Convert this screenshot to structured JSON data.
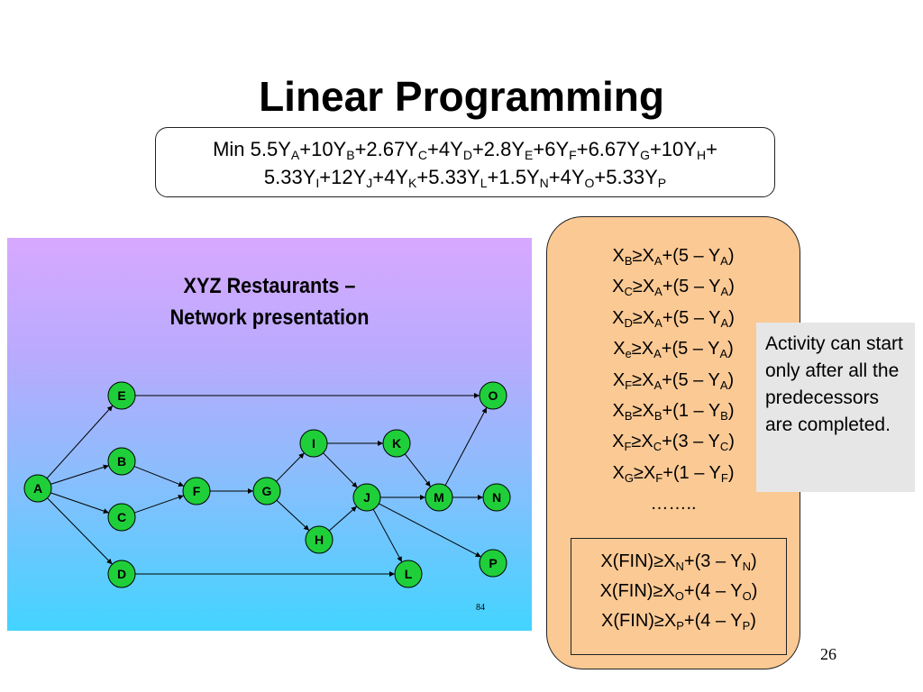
{
  "title": "Linear Programming",
  "objective": {
    "line1": [
      {
        "t": "Min 5.5Y"
      },
      {
        "s": "A"
      },
      {
        "t": "+10Y"
      },
      {
        "s": "B"
      },
      {
        "t": "+2.67Y"
      },
      {
        "s": "C"
      },
      {
        "t": "+4Y"
      },
      {
        "s": "D"
      },
      {
        "t": "+2.8Y"
      },
      {
        "s": "E"
      },
      {
        "t": "+6Y"
      },
      {
        "s": "F"
      },
      {
        "t": "+6.67Y"
      },
      {
        "s": "G"
      },
      {
        "t": "+10Y"
      },
      {
        "s": "H"
      },
      {
        "t": "+"
      }
    ],
    "line2": [
      {
        "t": "5.33Y"
      },
      {
        "s": "I"
      },
      {
        "t": "+12Y"
      },
      {
        "s": "J"
      },
      {
        "t": "+4Y"
      },
      {
        "s": "K"
      },
      {
        "t": "+5.33Y"
      },
      {
        "s": "L"
      },
      {
        "t": "+1.5Y"
      },
      {
        "s": "N"
      },
      {
        "t": "+4Y"
      },
      {
        "s": "O"
      },
      {
        "t": "+5.33Y"
      },
      {
        "s": "P"
      }
    ]
  },
  "slide": {
    "title_line1": "XYZ Restaurants –",
    "title_line2": "Network presentation",
    "slide_number": "84",
    "nodes": [
      "A",
      "B",
      "C",
      "D",
      "E",
      "F",
      "G",
      "H",
      "I",
      "J",
      "K",
      "L",
      "M",
      "N",
      "O",
      "P"
    ]
  },
  "constraints": [
    [
      {
        "t": "X"
      },
      {
        "s": "B"
      },
      {
        "t": "≥X"
      },
      {
        "s": "A"
      },
      {
        "t": "+(5 – Y"
      },
      {
        "s": "A"
      },
      {
        "t": ")"
      }
    ],
    [
      {
        "t": "X"
      },
      {
        "s": "C"
      },
      {
        "t": "≥X"
      },
      {
        "s": "A"
      },
      {
        "t": "+(5 – Y"
      },
      {
        "s": "A"
      },
      {
        "t": ")"
      }
    ],
    [
      {
        "t": "X"
      },
      {
        "s": "D"
      },
      {
        "t": "≥X"
      },
      {
        "s": "A"
      },
      {
        "t": "+(5 – Y"
      },
      {
        "s": "A"
      },
      {
        "t": ")"
      }
    ],
    [
      {
        "t": "X"
      },
      {
        "s": "e"
      },
      {
        "t": "≥X"
      },
      {
        "s": "A"
      },
      {
        "t": "+(5 – Y"
      },
      {
        "s": "A"
      },
      {
        "t": ")"
      }
    ],
    [
      {
        "t": "X"
      },
      {
        "s": "F"
      },
      {
        "t": "≥X"
      },
      {
        "s": "A"
      },
      {
        "t": "+(5 – Y"
      },
      {
        "s": "A"
      },
      {
        "t": ")"
      }
    ],
    [
      {
        "t": "X"
      },
      {
        "s": "B"
      },
      {
        "t": "≥X"
      },
      {
        "s": "B"
      },
      {
        "t": "+(1 – Y"
      },
      {
        "s": "B"
      },
      {
        "t": ")"
      }
    ],
    [
      {
        "t": "X"
      },
      {
        "s": "F"
      },
      {
        "t": "≥X"
      },
      {
        "s": "C"
      },
      {
        "t": "+(3 – Y"
      },
      {
        "s": "C"
      },
      {
        "t": ")"
      }
    ],
    [
      {
        "t": "X"
      },
      {
        "s": "G"
      },
      {
        "t": "≥X"
      },
      {
        "s": "F"
      },
      {
        "t": "+(1 – Y"
      },
      {
        "s": "F"
      },
      {
        "t": ")"
      }
    ],
    [
      {
        "t": "…….."
      }
    ]
  ],
  "fin_constraints": [
    [
      {
        "t": "X(FIN)≥X"
      },
      {
        "s": "N"
      },
      {
        "t": "+(3 – Y"
      },
      {
        "s": "N"
      },
      {
        "t": ")"
      }
    ],
    [
      {
        "t": "X(FIN)≥X"
      },
      {
        "s": "O"
      },
      {
        "t": "+(4 – Y"
      },
      {
        "s": "O"
      },
      {
        "t": ")"
      }
    ],
    [
      {
        "t": "X(FIN)≥X"
      },
      {
        "s": "P"
      },
      {
        "t": "+(4 – Y"
      },
      {
        "s": "P"
      },
      {
        "t": ")"
      }
    ]
  ],
  "note": "Activity can start only after all the predecessors are completed.",
  "page_number": "26"
}
